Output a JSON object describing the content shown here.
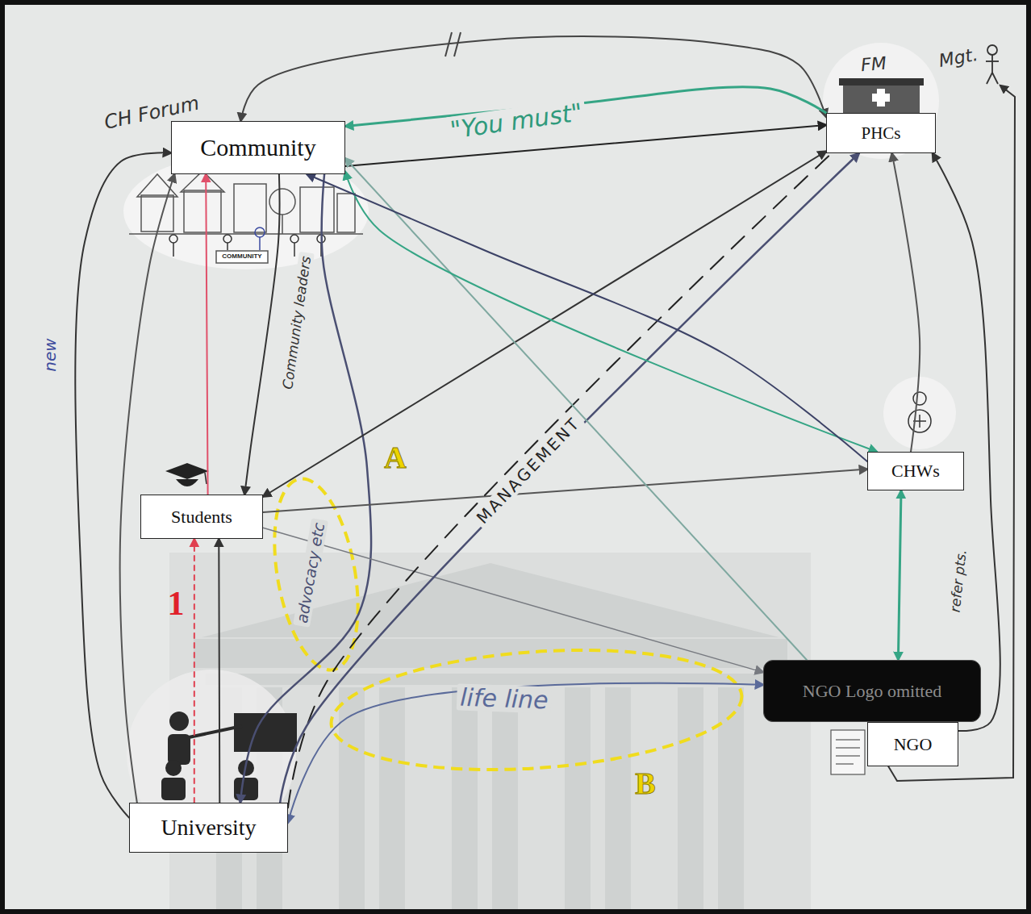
{
  "diagram": {
    "nodes": [
      {
        "text": [
          "Community"
        ]
      },
      {
        "text": [
          "PHCs"
        ]
      },
      {
        "text": [
          "CHWs"
        ]
      },
      {
        "text": [
          "Students"
        ]
      },
      {
        "text": [
          "NGO Logo omitted"
        ]
      },
      {
        "text": [
          "NGO"
        ]
      },
      {
        "text": [
          "University"
        ]
      }
    ],
    "edges": [
      {
        "from": 6,
        "to": 0,
        "arrow": "to",
        "label": "new"
      },
      {
        "from": 6,
        "to": 0,
        "arrow": "to"
      },
      {
        "from": 0,
        "to": 1,
        "arrow": "both"
      },
      {
        "from": 0,
        "to": 1,
        "arrow": "to"
      },
      {
        "from": 1,
        "to": 0,
        "arrow": "to",
        "label": "\"You must\""
      },
      {
        "from": 3,
        "to": 0,
        "arrow": "to"
      },
      {
        "from": 0,
        "to": 3,
        "arrow": "to",
        "label": "Community leaders"
      },
      {
        "from": 0,
        "to": 6,
        "arrow": "to",
        "label": "advocacy etc"
      },
      {
        "from": 3,
        "to": 1,
        "arrow": "both"
      },
      {
        "from": 3,
        "to": 2,
        "arrow": "to"
      },
      {
        "from": 3,
        "to": 4,
        "arrow": "to"
      },
      {
        "from": 6,
        "to": 3,
        "arrow": "to"
      },
      {
        "from": 6,
        "to": 3,
        "arrow": "to"
      },
      {
        "from": 6,
        "to": 1,
        "arrow": "none",
        "label": "MANAGEMENT"
      },
      {
        "from": 6,
        "to": 4,
        "arrow": "both",
        "label": "life line"
      },
      {
        "from": 6,
        "to": 1,
        "arrow": "to"
      },
      {
        "from": 4,
        "to": 0,
        "arrow": "to"
      },
      {
        "from": 0,
        "to": 2,
        "arrow": "both"
      },
      {
        "from": 2,
        "to": 0,
        "arrow": "to"
      },
      {
        "from": 2,
        "to": 1,
        "arrow": "to"
      },
      {
        "from": 2,
        "to": 4,
        "arrow": "both"
      },
      {
        "from": 5,
        "to": 1,
        "arrow": "to",
        "label": "refer pts."
      }
    ],
    "labels": [
      "CH Forum",
      "FM",
      "Mgt.",
      "COMMUNITY",
      "A",
      "1",
      "B"
    ]
  }
}
